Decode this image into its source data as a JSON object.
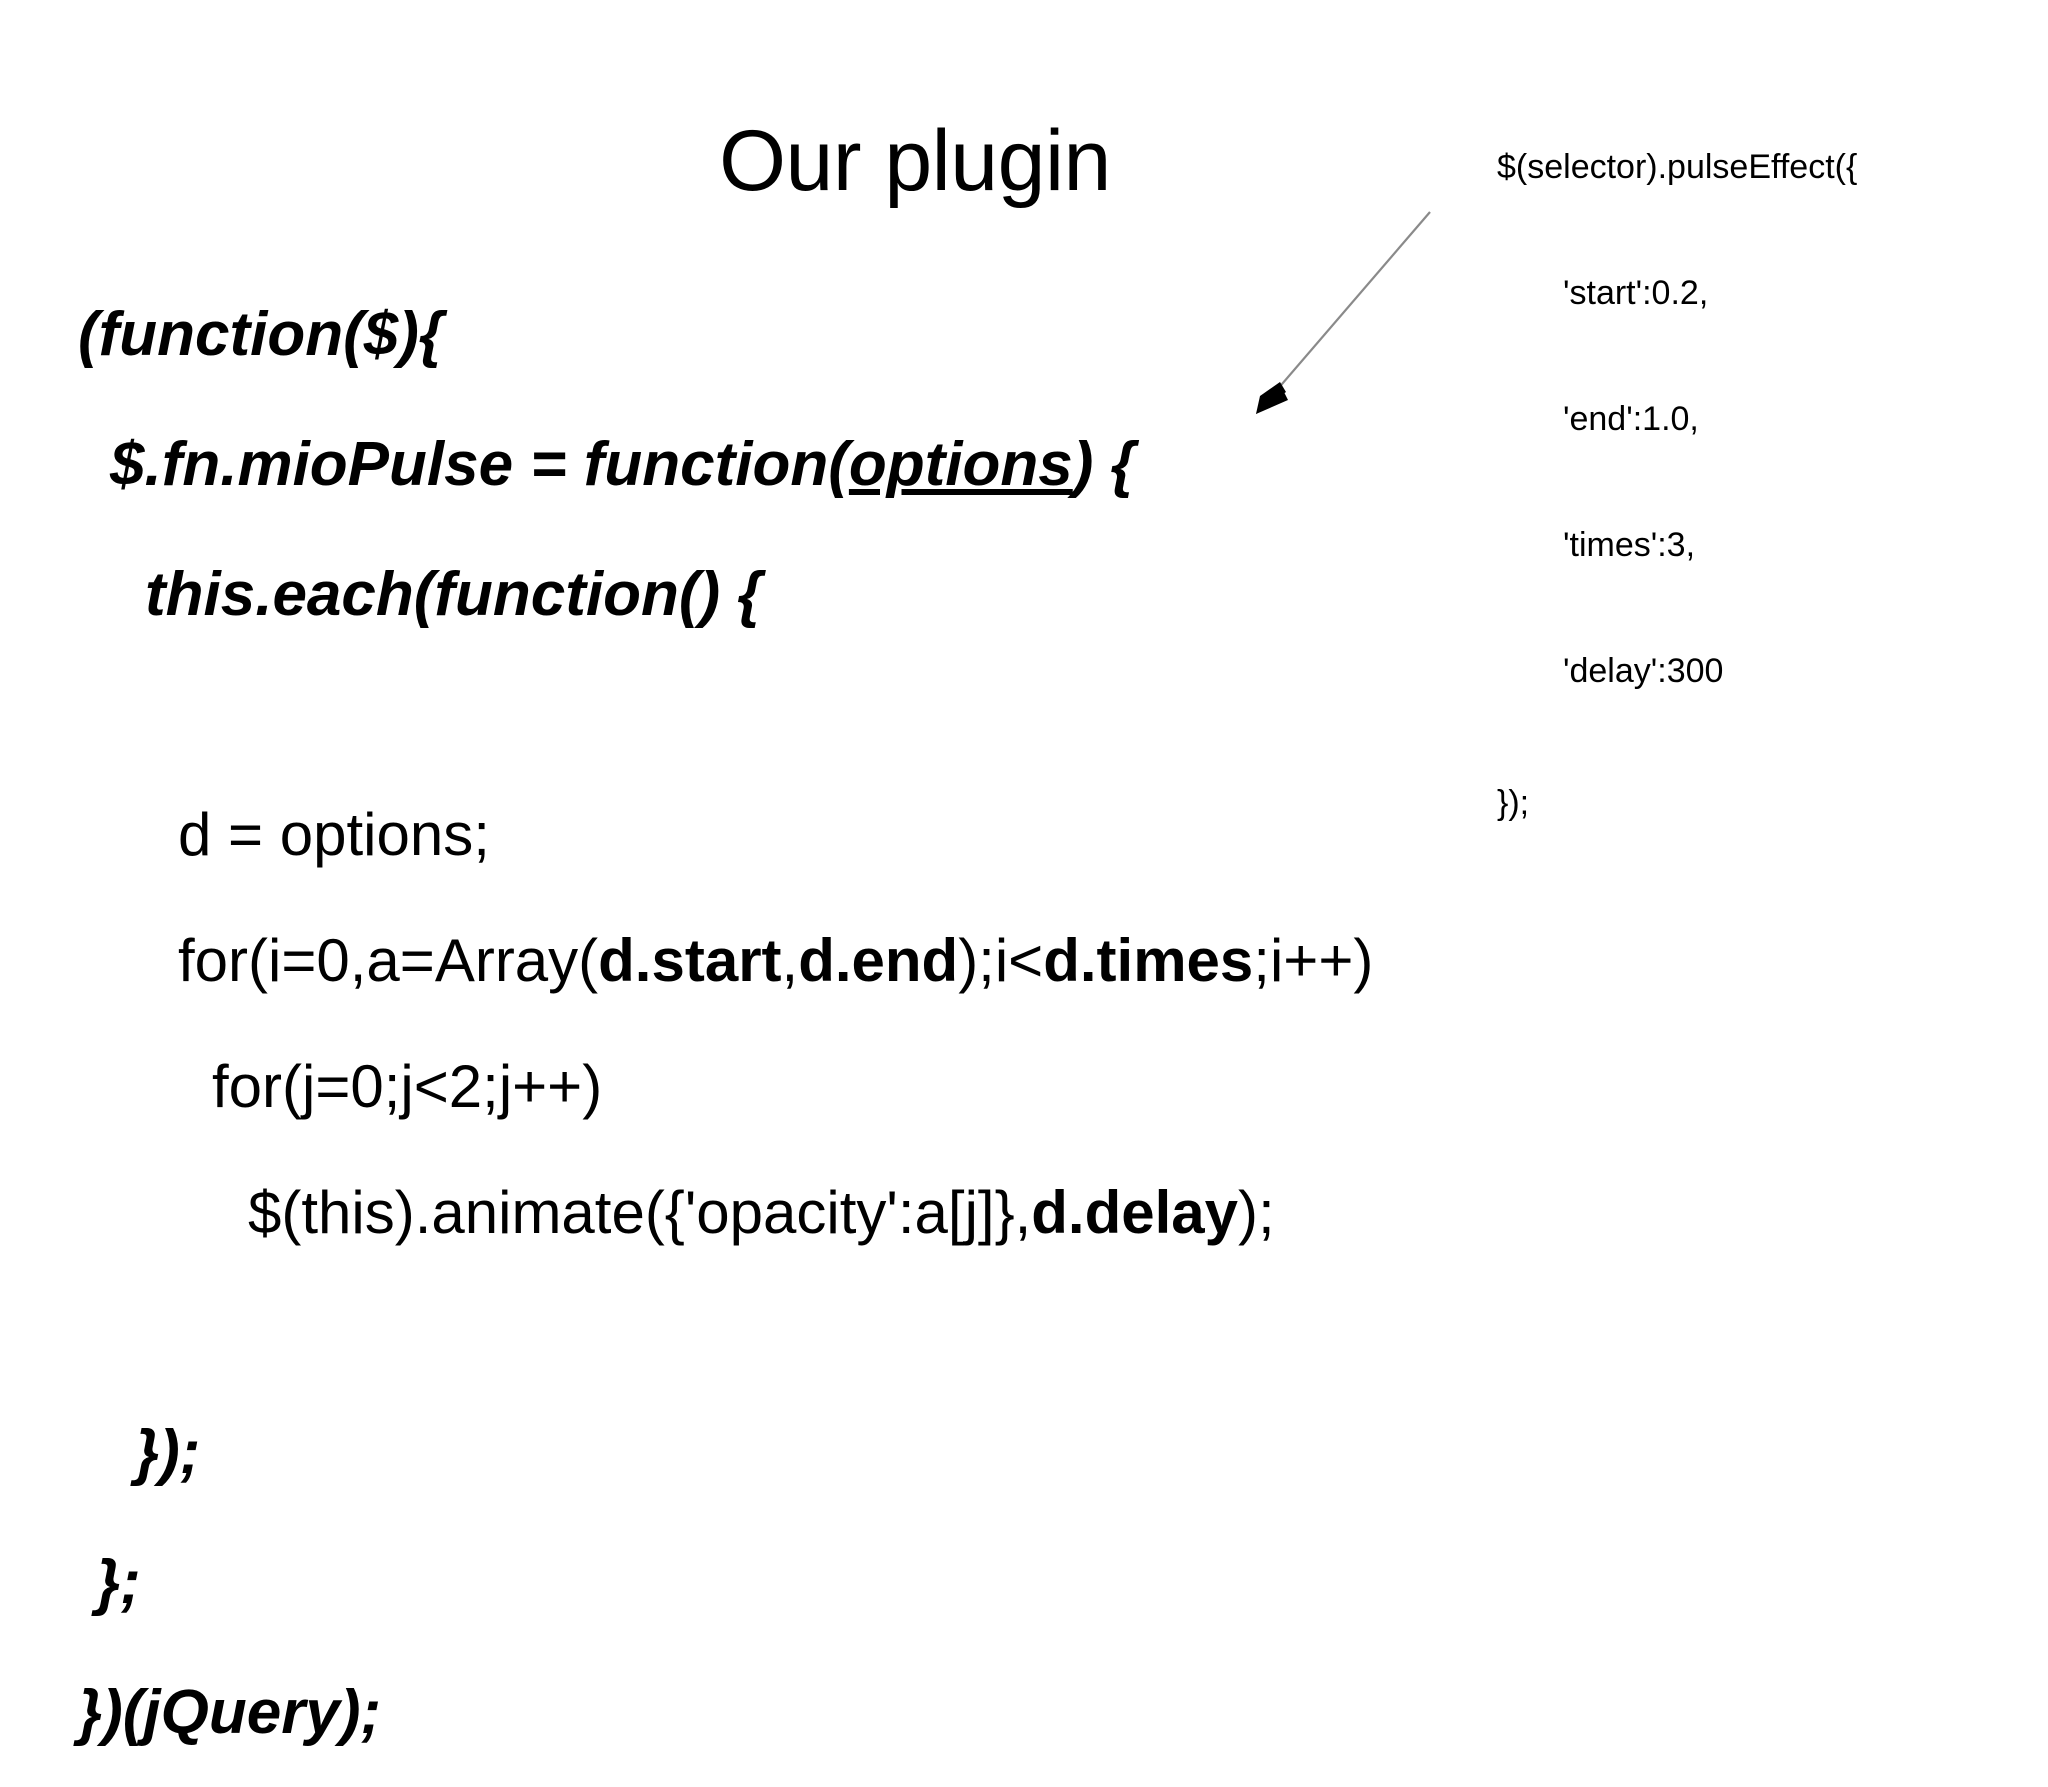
{
  "slide": {
    "title": "Our plugin",
    "background_color": "#ffffff",
    "text_color": "#000000"
  },
  "usage_snippet": {
    "lines": [
      "$(selector).pulseEffect({",
      "'start':0.2,",
      "'end':1.0,",
      "'times':3,",
      "'delay':300"
    ],
    "closing": "});"
  },
  "pointer_arrow": {
    "label": "arrow-to-options",
    "color": "#808080",
    "target_word": "options"
  },
  "plugin_source": {
    "line1": "(function($){",
    "line2": {
      "before": "$.fn.mioPulse = function(",
      "param": "options",
      "after": ") {"
    },
    "line3": "this.each(function() {",
    "line4": "d = options;",
    "line5": {
      "p1": "for(i=0,a=Array(",
      "b1": "d.start",
      "p2": ",",
      "b2": "d.end",
      "p3": ");i<",
      "b3": "d.times",
      "p4": ";i++)"
    },
    "line6": "for(j=0;j<2;j++)",
    "line7": {
      "p1": "$(this).animate({'opacity':a[j]},",
      "b1": "d.delay",
      "p2": ");"
    },
    "line8": "});",
    "line9": "};",
    "line10": "})(jQuery);"
  }
}
